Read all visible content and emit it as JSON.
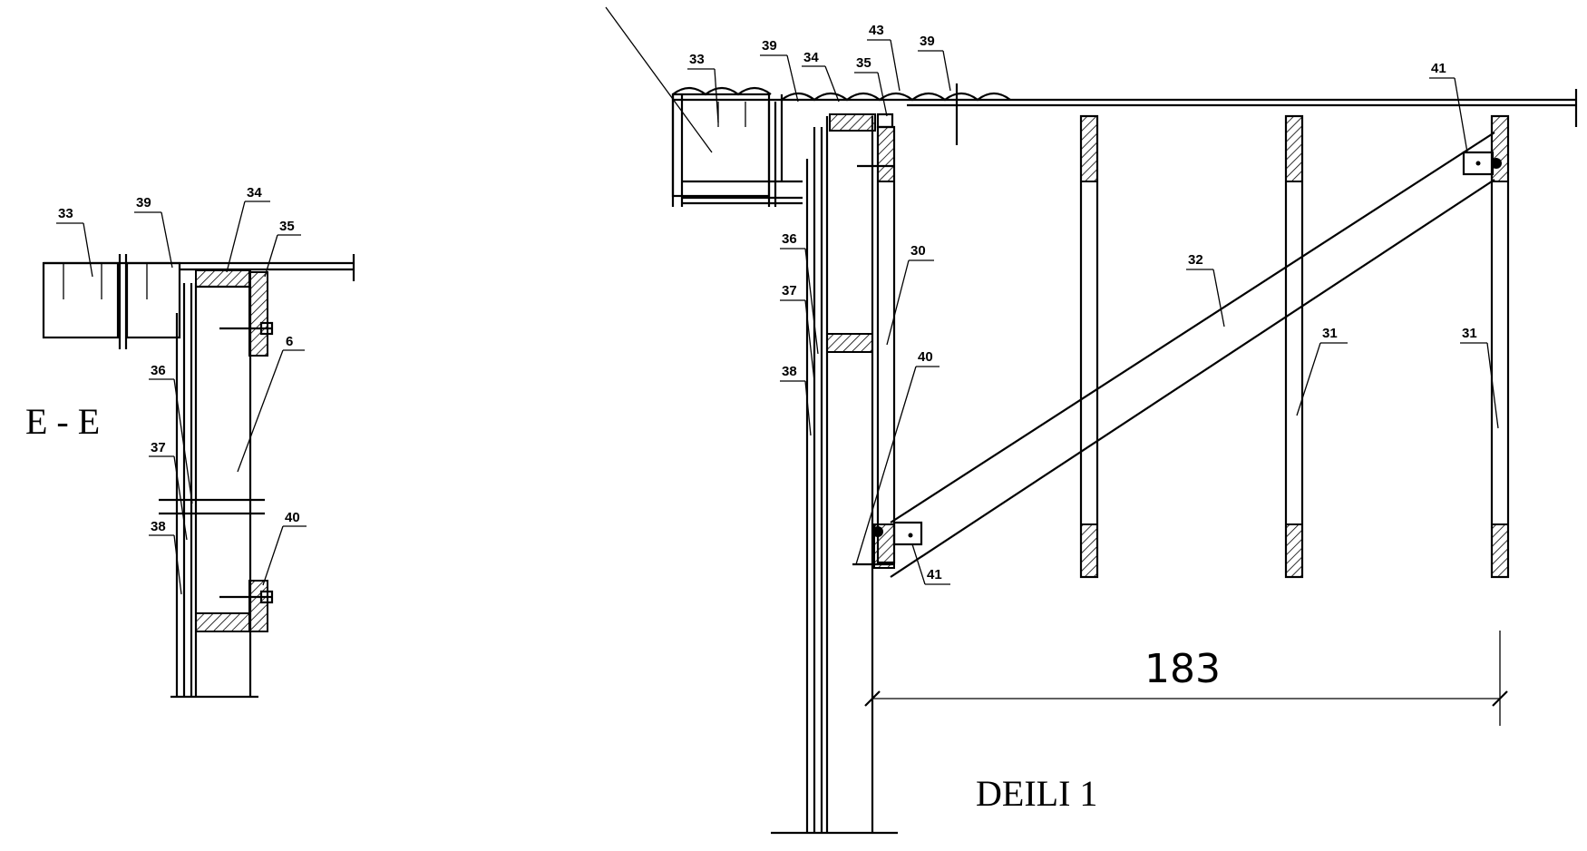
{
  "section_title": "E - E",
  "detail_title": "DEILI 1",
  "dimension": "183",
  "left_view": {
    "labels": [
      "33",
      "39",
      "34",
      "35",
      "6",
      "36",
      "37",
      "38",
      "40"
    ]
  },
  "right_view": {
    "labels": [
      "33",
      "39",
      "34",
      "43",
      "39",
      "35",
      "41",
      "36",
      "30",
      "32",
      "31",
      "31",
      "37",
      "40",
      "38",
      "41"
    ]
  }
}
